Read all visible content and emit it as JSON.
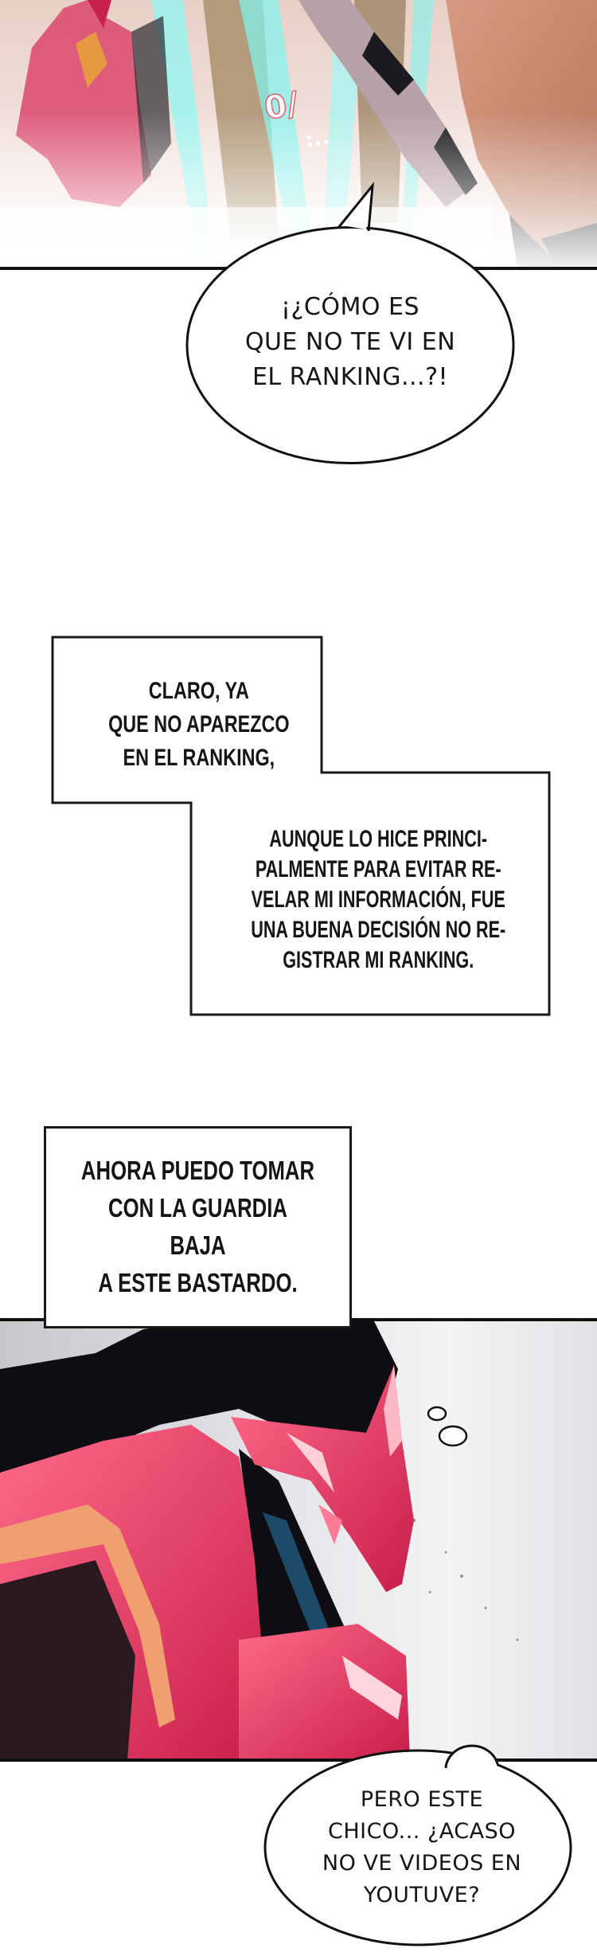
{
  "panels": [
    {
      "id": "panel-1",
      "description": "action scene with red armored figure, cyan energy slashes and smoke",
      "sfx": "0/...",
      "colors": {
        "armor": "#d9466a",
        "energy": "#7ff5f0",
        "smoke": "#f4e9e6",
        "ground": "#a9906c"
      }
    },
    {
      "id": "panel-2",
      "description": "red horned demon-masked armored figure in profile with long black hair",
      "colors": {
        "armor": "#e0305c",
        "armor_highlight": "#ff6b8a",
        "glow": "#f0a070",
        "hair": "#0d0d12",
        "background": "#d8d8dc"
      }
    }
  ],
  "dialogue": {
    "bubble_1": "¡¿CÓMO ES\nQUE NO TE VI EN\nEL RANKING...?!",
    "caption_1": "CLARO, YA\nQUE NO APAREZCO\nEN EL RANKING,",
    "caption_2": "AUNQUE LO HICE PRINCI-\nPALMENTE PARA EVITAR RE-\nVELAR MI INFORMACIÓN, FUE\nUNA BUENA DECISIÓN NO RE-\nGISTRAR MI RANKING.",
    "caption_3": "AHORA PUEDO TOMAR\nCON LA GUARDIA BAJA\nA ESTE BASTARDO.",
    "thought_bubble": "PERO ESTE\nCHICO... ¿ACASO\nNO VE VIDEOS EN\nYOUTUVE?"
  }
}
